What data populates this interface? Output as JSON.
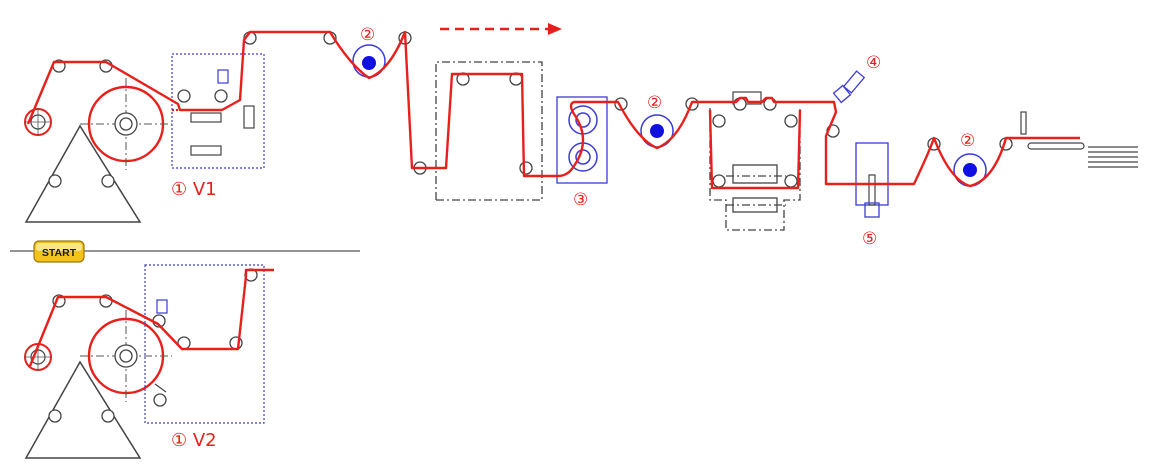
{
  "diagram": {
    "labels": {
      "v1": "① V1",
      "v2": "① V2",
      "n2": "②",
      "n3": "③",
      "n4": "④",
      "n5": "⑤"
    },
    "start_button": "START",
    "colors": {
      "web_path": "#e8201c",
      "frame": "#3b3bd6",
      "machine": "#444444",
      "roller_fill": "#1010e0",
      "label": "#e8201c",
      "start_bg": "#f4c21a"
    }
  }
}
